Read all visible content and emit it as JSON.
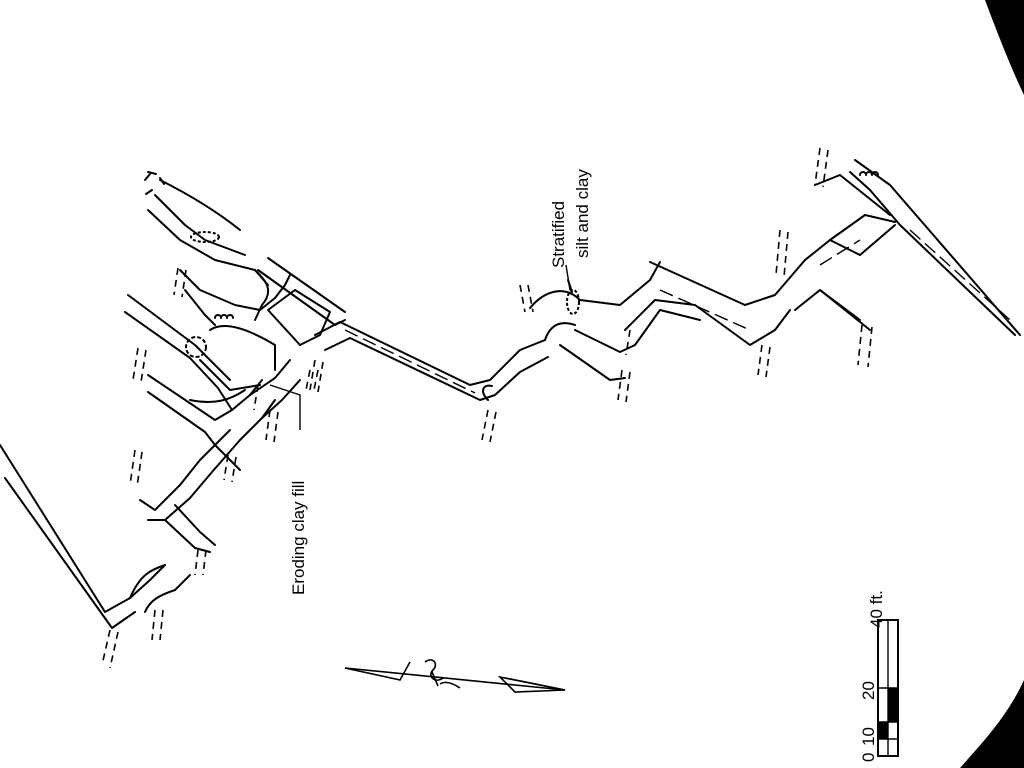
{
  "map": {
    "labels": {
      "eroding_clay_fill": "Eroding clay fill",
      "stratified_line1": "Stratified",
      "stratified_line2": "silt and clay"
    },
    "scale_bar": {
      "ticks": [
        "0",
        "10",
        "20",
        "40 ft."
      ]
    },
    "colors": {
      "ink": "#000000",
      "paper": "#ffffff"
    }
  }
}
